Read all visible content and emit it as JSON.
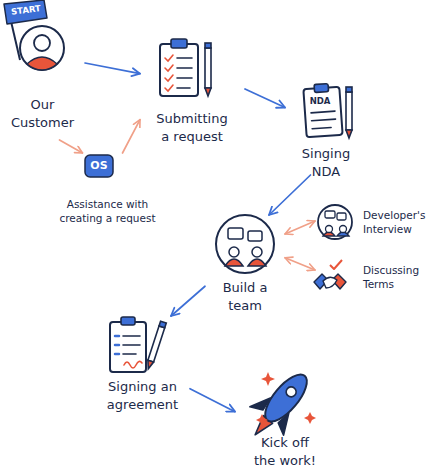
{
  "diagram": {
    "nodes": [
      {
        "text": [
          "Our Customer"
        ]
      },
      {
        "text": [
          "Submitting a request"
        ]
      },
      {
        "text": [
          "NDA",
          "Singing NDA"
        ]
      },
      {
        "text": [
          "OS",
          "Assistance with creating a request"
        ]
      },
      {
        "text": [
          "Build a team"
        ]
      },
      {
        "text": [
          "Developer's Interview"
        ]
      },
      {
        "text": [
          "Discussing Terms"
        ]
      },
      {
        "text": [
          "Signing an agreement"
        ]
      },
      {
        "text": [
          "Kick off the work!"
        ]
      }
    ],
    "edges": [
      {
        "from": 0,
        "to": 1,
        "arrow": "to"
      },
      {
        "from": 0,
        "to": 3,
        "arrow": "to"
      },
      {
        "from": 3,
        "to": 1,
        "arrow": "to"
      },
      {
        "from": 1,
        "to": 2,
        "arrow": "to"
      },
      {
        "from": 2,
        "to": 4,
        "arrow": "to"
      },
      {
        "from": 4,
        "to": 5,
        "arrow": "both"
      },
      {
        "from": 4,
        "to": 6,
        "arrow": "both"
      },
      {
        "from": 4,
        "to": 7,
        "arrow": "to"
      },
      {
        "from": 7,
        "to": 8,
        "arrow": "to"
      }
    ],
    "labels": [
      "START"
    ]
  }
}
